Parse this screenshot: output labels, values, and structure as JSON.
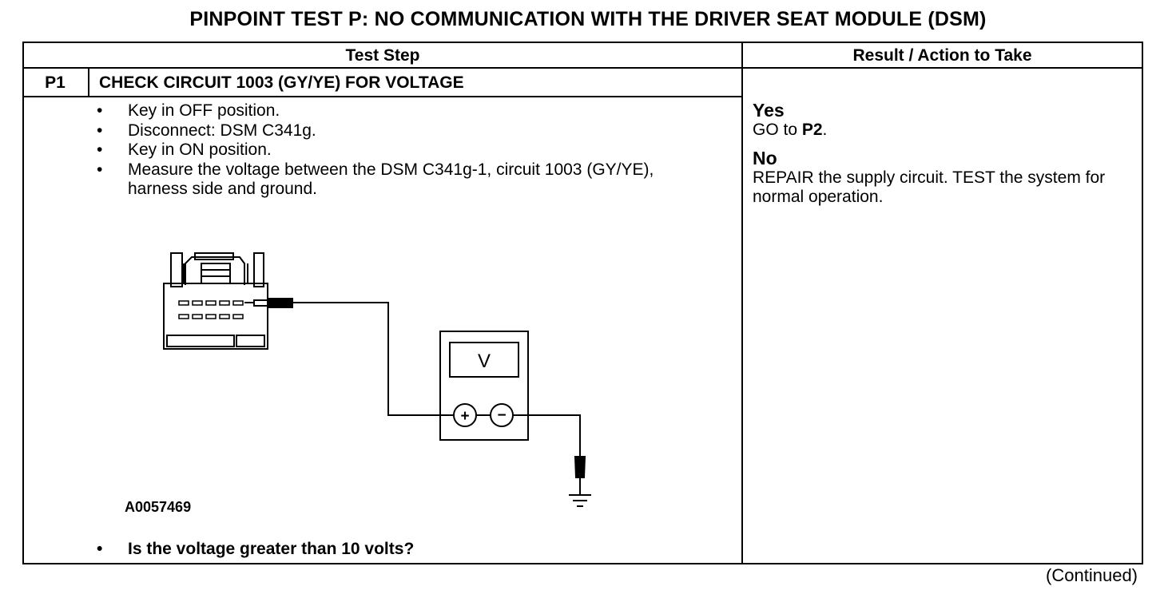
{
  "page_title": "PINPOINT TEST P: NO COMMUNICATION WITH THE DRIVER SEAT MODULE (DSM)",
  "table": {
    "headers": {
      "test_step": "Test Step",
      "result": "Result / Action to Take"
    },
    "step": {
      "id": "P1",
      "title": "CHECK CIRCUIT 1003 (GY/YE) FOR VOLTAGE",
      "instructions": [
        "Key in OFF position.",
        "Disconnect: DSM C341g.",
        "Key in ON position.",
        "Measure the voltage between the DSM C341g-1, circuit 1003 (GY/YE), harness side and ground."
      ],
      "figure_id": "A0057469",
      "meter_label": "V",
      "terminal_plus": "+",
      "terminal_minus": "−",
      "question": "Is the voltage greater than 10 volts?"
    },
    "result": {
      "yes_label": "Yes",
      "yes_prefix": "GO to ",
      "yes_target": "P2",
      "yes_suffix": ".",
      "no_label": "No",
      "no_action": "REPAIR the supply circuit. TEST the system for normal operation."
    }
  },
  "footer": {
    "continued": "(Continued)"
  }
}
